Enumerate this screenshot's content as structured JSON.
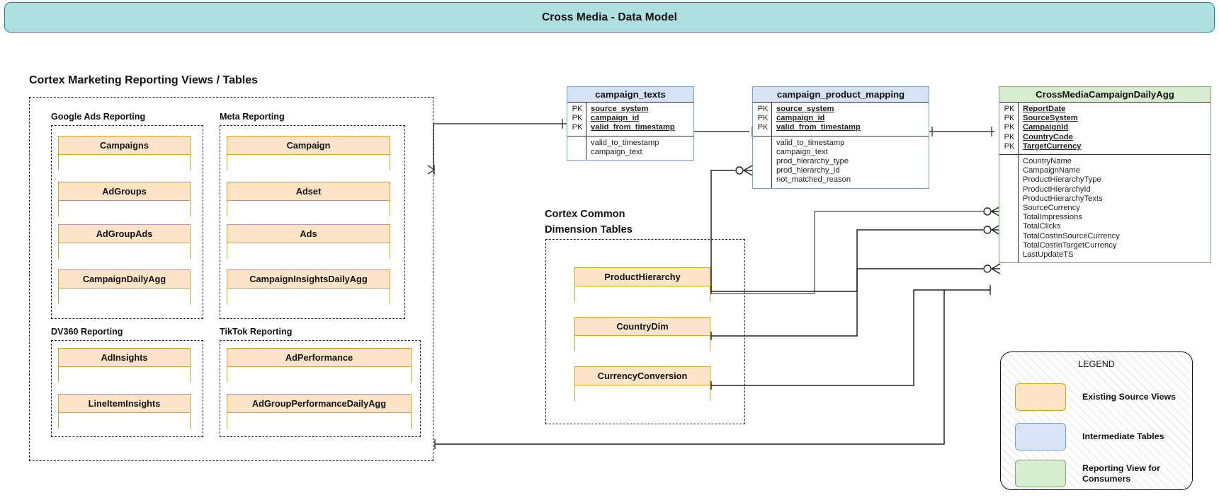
{
  "header": {
    "title": "Cross Media - Data Model"
  },
  "sections": {
    "reporting_heading": "Cortex Marketing Reporting Views / Tables",
    "dimension_heading_line1": "Cortex Common",
    "dimension_heading_line2": "Dimension Tables"
  },
  "groups": {
    "google": {
      "label": "Google Ads Reporting",
      "entities": [
        "Campaigns",
        "AdGroups",
        "AdGroupAds",
        "CampaignDailyAgg"
      ]
    },
    "meta": {
      "label": "Meta Reporting",
      "entities": [
        "Campaign",
        "Adset",
        "Ads",
        "CampaignInsightsDailyAgg"
      ]
    },
    "dv360": {
      "label": "DV360 Reporting",
      "entities": [
        "AdInsights",
        "LineItemInsights"
      ]
    },
    "tiktok": {
      "label": "TikTok Reporting",
      "entities": [
        "AdPerformance",
        "AdGroupPerformanceDailyAgg"
      ]
    },
    "dimension": {
      "entities": [
        "ProductHierarchy",
        "CountryDim",
        "CurrencyConversion"
      ]
    }
  },
  "tables": {
    "campaign_texts": {
      "name": "campaign_texts",
      "key_labels": [
        "PK",
        "PK",
        "PK"
      ],
      "keys": [
        "source_system",
        "campaign_id",
        "valid_from_timestamp"
      ],
      "attributes": [
        "valid_to_timestamp",
        "campaign_text"
      ]
    },
    "campaign_product_mapping": {
      "name": "campaign_product_mapping",
      "key_labels": [
        "PK",
        "PK",
        "PK"
      ],
      "keys": [
        "source_system",
        "campaign_id",
        "valid_from_timestamp"
      ],
      "attributes": [
        "valid_to_timestamp",
        "campaign_text",
        "prod_hierarchy_type",
        "prod_hierarchy_id",
        "not_matched_reason"
      ]
    },
    "cross_media": {
      "name": "CrossMediaCampaignDailyAgg",
      "key_labels": [
        "PK",
        "PK",
        "PK",
        "PK",
        "PK"
      ],
      "keys": [
        "ReportDate",
        "SourceSystem",
        "CampaignId",
        "CountryCode",
        "TargetCurrency"
      ],
      "attributes": [
        "CountryName",
        "CampaignName",
        "ProductHierarchyType",
        "ProductHierarchyId",
        "ProductHierarchyTexts",
        "SourceCurrency",
        "TotalImpressions",
        "TotalClicks",
        "TotalCostInSourceCurrency",
        "TotalCostInTargetCurrency",
        "LastUpdateTS"
      ]
    }
  },
  "legend": {
    "title": "LEGEND",
    "items": [
      {
        "label": "Existing Source Views",
        "color": "#fde3c8"
      },
      {
        "label": "Intermediate Tables",
        "color": "#d9e5f7"
      },
      {
        "label": "Reporting View for\nConsumers",
        "color": "#d8ecd0"
      }
    ],
    "item3_line1": "Reporting View for",
    "item3_line2": "Consumers"
  },
  "colors": {
    "banner_fill": "#b0dfe0",
    "banner_stroke": "#0e8a8f",
    "source_fill": "#fde3c8",
    "source_stroke": "#d6a020",
    "intermediate_fill": "#d6e3f7",
    "intermediate_stroke": "#7a9ccc",
    "reporting_fill": "#d8ecd0",
    "reporting_stroke": "#7aab6e"
  }
}
